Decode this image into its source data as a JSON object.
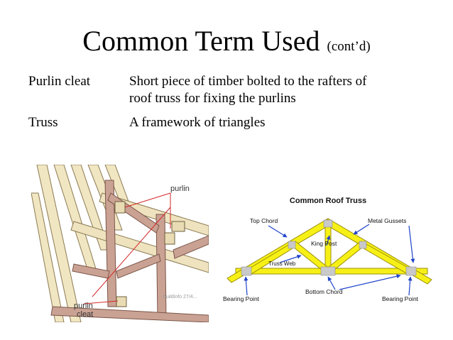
{
  "slide": {
    "title": "Common Term Used",
    "title_suffix": "(cont’d)"
  },
  "terms": [
    {
      "term": "Purlin cleat",
      "definition_line1": "Short piece of timber bolted to the rafters of",
      "definition_line2": "roof truss for fixing the purlins"
    },
    {
      "term": "Truss",
      "definition_line1": "A framework of triangles",
      "definition_line2": ""
    }
  ],
  "figure_left": {
    "labels": {
      "purlin": "purlin",
      "purlin_cleat_line1": "purlin",
      "purlin_cleat_line2": "cleat",
      "watermark": "buildinfo 27/4..."
    }
  },
  "figure_right": {
    "title": "Common Roof Truss",
    "labels": {
      "top_chord": "Top Chord",
      "metal_gussets": "Metal Gussets",
      "king_post": "King Post",
      "truss_web": "Truss Web",
      "bottom_chord": "Bottom Chord",
      "bearing_point_left": "Bearing Point",
      "bearing_point_right": "Bearing Point"
    },
    "colors": {
      "member_fill": "#f7f016",
      "member_stroke": "#9a8f0a",
      "gusset": "#c9c9c9",
      "arrow": "#1f44c9"
    }
  }
}
